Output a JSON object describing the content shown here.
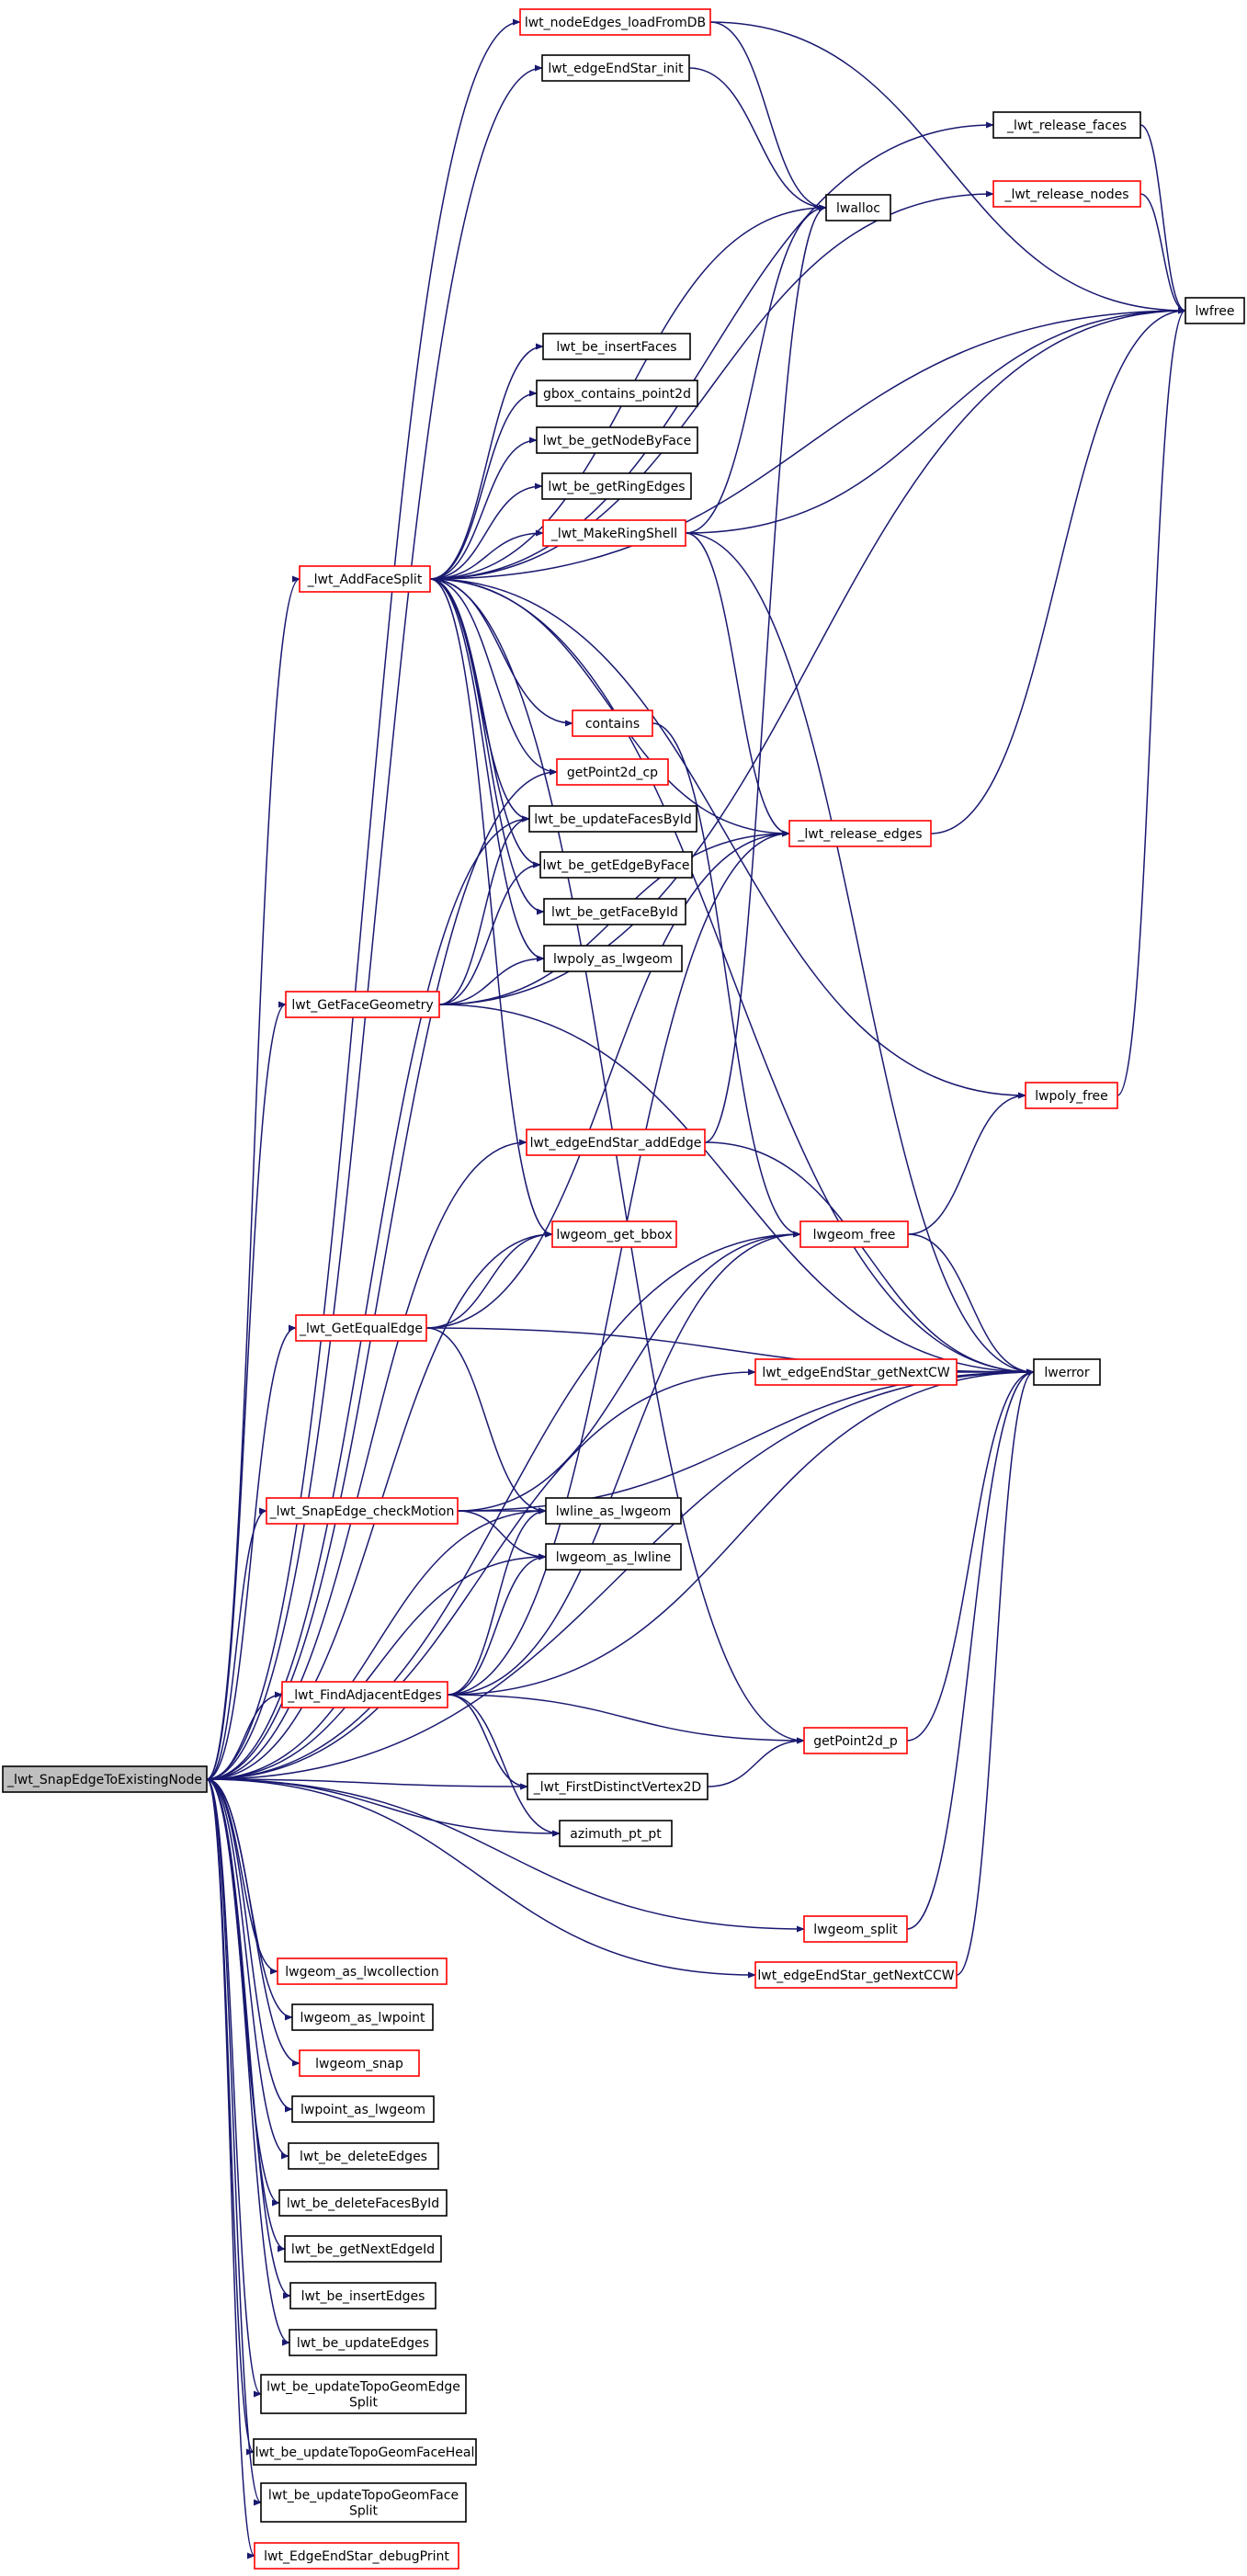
{
  "colors": {
    "edge": "#191970",
    "border_black": "#000000",
    "border_red": "#ff0000",
    "root_fill": "#bfbfbf",
    "node_fill": "#ffffff"
  },
  "nodes": {
    "root": {
      "label": "_lwt_SnapEdgeToExistingNode",
      "style": "root"
    },
    "nodeEdgesLoad": {
      "label": "lwt_nodeEdges_loadFromDB",
      "style": "red"
    },
    "edgeEndStarInit": {
      "label": "lwt_edgeEndStar_init",
      "style": "black"
    },
    "releaseFaces": {
      "label": "_lwt_release_faces",
      "style": "black"
    },
    "lwalloc": {
      "label": "lwalloc",
      "style": "black"
    },
    "releaseNodes": {
      "label": "_lwt_release_nodes",
      "style": "red"
    },
    "lwfree": {
      "label": "lwfree",
      "style": "black"
    },
    "insertFaces": {
      "label": "lwt_be_insertFaces",
      "style": "black"
    },
    "gboxContains": {
      "label": "gbox_contains_point2d",
      "style": "black"
    },
    "getNodeByFace": {
      "label": "lwt_be_getNodeByFace",
      "style": "black"
    },
    "getRingEdges": {
      "label": "lwt_be_getRingEdges",
      "style": "black"
    },
    "makeRingShell": {
      "label": "_lwt_MakeRingShell",
      "style": "red"
    },
    "addFaceSplit": {
      "label": "_lwt_AddFaceSplit",
      "style": "red"
    },
    "contains": {
      "label": "contains",
      "style": "red"
    },
    "getPoint2dCp": {
      "label": "getPoint2d_cp",
      "style": "red"
    },
    "updateFacesById": {
      "label": "lwt_be_updateFacesById",
      "style": "black"
    },
    "releaseEdges": {
      "label": "_lwt_release_edges",
      "style": "red"
    },
    "getEdgeByFace": {
      "label": "lwt_be_getEdgeByFace",
      "style": "black"
    },
    "getFaceById": {
      "label": "lwt_be_getFaceById",
      "style": "black"
    },
    "lwpolyAsLwgeom": {
      "label": "lwpoly_as_lwgeom",
      "style": "black"
    },
    "getFaceGeometry": {
      "label": "lwt_GetFaceGeometry",
      "style": "red"
    },
    "lwpolyFree": {
      "label": "lwpoly_free",
      "style": "red"
    },
    "edgeEndStarAddEdge": {
      "label": "lwt_edgeEndStar_addEdge",
      "style": "red"
    },
    "lwgeomGetBbox": {
      "label": "lwgeom_get_bbox",
      "style": "red"
    },
    "lwgeomFree": {
      "label": "lwgeom_free",
      "style": "red"
    },
    "getEqualEdge": {
      "label": "_lwt_GetEqualEdge",
      "style": "red"
    },
    "edgeEndStarNextCW": {
      "label": "lwt_edgeEndStar_getNextCW",
      "style": "red"
    },
    "lwerror": {
      "label": "lwerror",
      "style": "black"
    },
    "snapEdgeCheckMotion": {
      "label": "_lwt_SnapEdge_checkMotion",
      "style": "red"
    },
    "lwlineAsLwgeom": {
      "label": "lwline_as_lwgeom",
      "style": "black"
    },
    "lwgeomAsLwline": {
      "label": "lwgeom_as_lwline",
      "style": "black"
    },
    "findAdjacentEdges": {
      "label": "_lwt_FindAdjacentEdges",
      "style": "red"
    },
    "getPoint2dP": {
      "label": "getPoint2d_p",
      "style": "red"
    },
    "firstDistinctVertex": {
      "label": "_lwt_FirstDistinctVertex2D",
      "style": "black"
    },
    "azimuthPtPt": {
      "label": "azimuth_pt_pt",
      "style": "black"
    },
    "lwgeomSplit": {
      "label": "lwgeom_split",
      "style": "red"
    },
    "lwgeomAsLwcollection": {
      "label": "lwgeom_as_lwcollection",
      "style": "red"
    },
    "edgeEndStarNextCCW": {
      "label": "lwt_edgeEndStar_getNextCCW",
      "style": "red"
    },
    "lwgeomAsLwpoint": {
      "label": "lwgeom_as_lwpoint",
      "style": "black"
    },
    "lwgeomSnap": {
      "label": "lwgeom_snap",
      "style": "red"
    },
    "lwpointAsLwgeom": {
      "label": "lwpoint_as_lwgeom",
      "style": "black"
    },
    "deleteEdges": {
      "label": "lwt_be_deleteEdges",
      "style": "black"
    },
    "deleteFacesById": {
      "label": "lwt_be_deleteFacesById",
      "style": "black"
    },
    "getNextEdgeId": {
      "label": "lwt_be_getNextEdgeId",
      "style": "black"
    },
    "insertEdges": {
      "label": "lwt_be_insertEdges",
      "style": "black"
    },
    "updateEdges": {
      "label": "lwt_be_updateEdges",
      "style": "black"
    },
    "updateTopoGeomEdgeSplit": {
      "label": "lwt_be_updateTopoGeomEdge\nSplit",
      "style": "black"
    },
    "updateTopoGeomFaceHeal": {
      "label": "lwt_be_updateTopoGeomFaceHeal",
      "style": "black"
    },
    "updateTopoGeomFaceSplit": {
      "label": "lwt_be_updateTopoGeomFace\nSplit",
      "style": "black"
    },
    "edgeEndStarDebugPrint": {
      "label": "lwt_EdgeEndStar_debugPrint",
      "style": "red"
    }
  },
  "edges": [
    [
      "root",
      "nodeEdgesLoad"
    ],
    [
      "root",
      "edgeEndStarInit"
    ],
    [
      "root",
      "addFaceSplit"
    ],
    [
      "root",
      "getPoint2dCp"
    ],
    [
      "root",
      "updateFacesById"
    ],
    [
      "root",
      "getFaceGeometry"
    ],
    [
      "root",
      "edgeEndStarAddEdge"
    ],
    [
      "root",
      "lwgeomGetBbox"
    ],
    [
      "root",
      "lwgeomFree"
    ],
    [
      "root",
      "getEqualEdge"
    ],
    [
      "root",
      "edgeEndStarNextCW"
    ],
    [
      "root",
      "snapEdgeCheckMotion"
    ],
    [
      "root",
      "lwlineAsLwgeom"
    ],
    [
      "root",
      "lwgeomAsLwline"
    ],
    [
      "root",
      "findAdjacentEdges"
    ],
    [
      "root",
      "firstDistinctVertex"
    ],
    [
      "root",
      "azimuthPtPt"
    ],
    [
      "root",
      "lwerror"
    ],
    [
      "root",
      "lwgeomSplit"
    ],
    [
      "root",
      "edgeEndStarNextCCW"
    ],
    [
      "root",
      "lwgeomAsLwcollection"
    ],
    [
      "root",
      "lwgeomAsLwpoint"
    ],
    [
      "root",
      "lwgeomSnap"
    ],
    [
      "root",
      "lwpointAsLwgeom"
    ],
    [
      "root",
      "deleteEdges"
    ],
    [
      "root",
      "deleteFacesById"
    ],
    [
      "root",
      "getNextEdgeId"
    ],
    [
      "root",
      "insertEdges"
    ],
    [
      "root",
      "updateEdges"
    ],
    [
      "root",
      "updateTopoGeomEdgeSplit"
    ],
    [
      "root",
      "updateTopoGeomFaceHeal"
    ],
    [
      "root",
      "updateTopoGeomFaceSplit"
    ],
    [
      "root",
      "edgeEndStarDebugPrint"
    ],
    [
      "nodeEdgesLoad",
      "lwalloc"
    ],
    [
      "nodeEdgesLoad",
      "lwfree"
    ],
    [
      "edgeEndStarInit",
      "lwalloc"
    ],
    [
      "releaseFaces",
      "lwfree"
    ],
    [
      "releaseNodes",
      "lwfree"
    ],
    [
      "addFaceSplit",
      "releaseFaces"
    ],
    [
      "addFaceSplit",
      "lwalloc"
    ],
    [
      "addFaceSplit",
      "releaseNodes"
    ],
    [
      "addFaceSplit",
      "lwfree"
    ],
    [
      "addFaceSplit",
      "insertFaces"
    ],
    [
      "addFaceSplit",
      "gboxContains"
    ],
    [
      "addFaceSplit",
      "getNodeByFace"
    ],
    [
      "addFaceSplit",
      "getRingEdges"
    ],
    [
      "addFaceSplit",
      "makeRingShell"
    ],
    [
      "addFaceSplit",
      "contains"
    ],
    [
      "addFaceSplit",
      "getPoint2dCp"
    ],
    [
      "addFaceSplit",
      "updateFacesById"
    ],
    [
      "addFaceSplit",
      "releaseEdges"
    ],
    [
      "addFaceSplit",
      "getEdgeByFace"
    ],
    [
      "addFaceSplit",
      "getFaceById"
    ],
    [
      "addFaceSplit",
      "lwpolyAsLwgeom"
    ],
    [
      "addFaceSplit",
      "lwpolyFree"
    ],
    [
      "addFaceSplit",
      "lwgeomGetBbox"
    ],
    [
      "addFaceSplit",
      "lwerror"
    ],
    [
      "addFaceSplit",
      "getPoint2dP"
    ],
    [
      "makeRingShell",
      "lwalloc"
    ],
    [
      "makeRingShell",
      "lwfree"
    ],
    [
      "makeRingShell",
      "releaseEdges"
    ],
    [
      "makeRingShell",
      "lwerror"
    ],
    [
      "contains",
      "lwgeomFree"
    ],
    [
      "releaseEdges",
      "lwfree"
    ],
    [
      "getFaceGeometry",
      "updateFacesById"
    ],
    [
      "getFaceGeometry",
      "getEdgeByFace"
    ],
    [
      "getFaceGeometry",
      "lwpolyAsLwgeom"
    ],
    [
      "getFaceGeometry",
      "releaseEdges"
    ],
    [
      "getFaceGeometry",
      "lwfree"
    ],
    [
      "getFaceGeometry",
      "lwerror"
    ],
    [
      "lwpolyFree",
      "lwfree"
    ],
    [
      "edgeEndStarAddEdge",
      "lwalloc"
    ],
    [
      "edgeEndStarAddEdge",
      "lwerror"
    ],
    [
      "lwgeomFree",
      "lwpolyFree"
    ],
    [
      "lwgeomFree",
      "lwerror"
    ],
    [
      "getEqualEdge",
      "lwgeomGetBbox"
    ],
    [
      "getEqualEdge",
      "releaseEdges"
    ],
    [
      "getEqualEdge",
      "lwerror"
    ],
    [
      "getEqualEdge",
      "lwlineAsLwgeom"
    ],
    [
      "edgeEndStarNextCW",
      "lwerror"
    ],
    [
      "snapEdgeCheckMotion",
      "lwgeomFree"
    ],
    [
      "snapEdgeCheckMotion",
      "lwerror"
    ],
    [
      "snapEdgeCheckMotion",
      "lwlineAsLwgeom"
    ],
    [
      "snapEdgeCheckMotion",
      "lwgeomAsLwline"
    ],
    [
      "findAdjacentEdges",
      "lwlineAsLwgeom"
    ],
    [
      "findAdjacentEdges",
      "lwgeomAsLwline"
    ],
    [
      "findAdjacentEdges",
      "lwgeomFree"
    ],
    [
      "findAdjacentEdges",
      "releaseEdges"
    ],
    [
      "findAdjacentEdges",
      "lwerror"
    ],
    [
      "findAdjacentEdges",
      "getPoint2dP"
    ],
    [
      "findAdjacentEdges",
      "firstDistinctVertex"
    ],
    [
      "findAdjacentEdges",
      "azimuthPtPt"
    ],
    [
      "getPoint2dP",
      "lwerror"
    ],
    [
      "firstDistinctVertex",
      "getPoint2dP"
    ],
    [
      "lwgeomSplit",
      "lwerror"
    ],
    [
      "edgeEndStarNextCCW",
      "lwerror"
    ]
  ]
}
